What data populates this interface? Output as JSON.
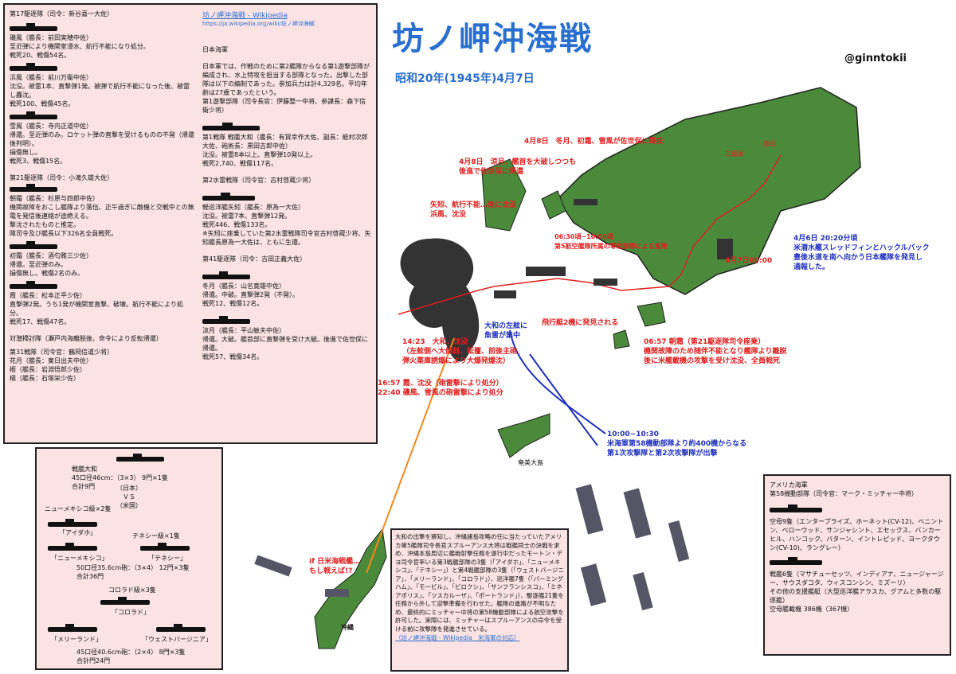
{
  "header": {
    "title": "坊ノ岬沖海戦",
    "date": "昭和20年(1945年)4月7日",
    "handle": "@ginntokii"
  },
  "japan_panel": {
    "col1": [
      "第17駆逐隊（司令：新谷喜一大佐）",
      "磯風（艦長：前田実穂中佐）\n至近弾により機関室浸水、航行不能になり処分。\n戦死20、戦傷54名。",
      "浜風（艦長：前川万衛中佐）\n沈没。被雷1本、直撃弾1発。被弾で航行不能になった後、被雷し轟沈。\n戦死100、戦傷45名。",
      "雪風（艦長：寺内正道中佐）\n帰還。至近弾のみ。ロケット弾の直撃を受けるものの不発（帰還後判明）。\n損傷無し。\n戦死3、戦傷15名。",
      "第21駆逐隊（司令：小滝久雄大佐）",
      "朝霜（艦長：杉原与四郎中佐）\n機関故障をおこし艦隊より落伍、正午過ぎに敵機と交戦中との無電を発信後連絡が途絶える。\n撃沈されたものと推定。\n隊司令及び艦長以下326名全員戦死。",
      "初霜（艦長：酒匂雅三少佐）\n帰還。至近弾のみ。\n損傷無し。戦傷2名のみ。",
      "霞（艦長：松本正平少佐）\n直撃弾2発。うち1発が機関室直撃、破壊。航行不能により処分。\n戦死17、戦傷47名。",
      "対潜掃討隊（瀬戸内海離脱後、命令により反転帰還）",
      "第31戦隊（司令官：鶴岡信道少将）\n花月（艦長：東日出夫中佐）\n榧（艦長：岩淵悟郎少佐）\n槇（艦長：石塚栄少佐）"
    ],
    "wiki_link": "坊ノ岬沖海戦 - Wikipedia",
    "wiki_url": "https://ja.wikipedia.org/wiki/坊ノ岬沖海戦",
    "col2": [
      "日本海軍",
      "日本軍では、作戦のために第2艦隊からなる第1遊撃部隊が編成され、水上特攻を担当する部隊となった。出撃した部隊は以下の編制であった。参加兵力は計4,329名。平均年齢は27歳であったという。\n第1遊撃部隊（司令長官：伊藤整一中将、参謀長：森下信衛少将）",
      "第1戦隊 戦艦大和（艦長：有賀幸作大佐、副長：能村次郎大佐、砲術長：黒田吉郎中佐）\n沈没。被雷8本以上、直撃弾10発以上。\n戦死2,740、戦傷117名。",
      "第2水雷戦隊（司令官：古村啓蔵少将）",
      "軽巡洋艦矢矧（艦長：原為一大佐）\n沈没。被雷7本、直撃弾12発。\n戦死446、戦傷133名。\n※矢矧に座乗していた第2水雷戦隊司令官古村啓蔵少将、矢矧艦長原為一大佐は、ともに生還。",
      "第41駆逐隊（司令：吉田正義大佐）",
      "冬月（艦長：山名寛雄中佐）\n帰還。中破。直撃弾2発（不発）。\n戦死12、戦傷12名。",
      "涼月（艦長：平山敏夫中佐）\n帰還。大破。艦首部に直撃弾を受け大破。後進で佐世保に帰還。\n戦死57、戦傷34名。"
    ]
  },
  "compare_panel": {
    "yamato": "戦艦大和\n45口径46cm：（3×3） 9門×1隻\n合計9門",
    "vs": "（日本）\nＶＳ\n（米国）",
    "nm_class": "ニューメキシコ級×2隻",
    "idaho": "「アイダホ」",
    "tennessee_class": "テネシー級×1隻",
    "nm": "「ニューメキシコ」",
    "tennessee": "「テネシー」",
    "gun1": "50口径35.6cm砲：（3×4） 12門×3隻\n合計36門",
    "colorado_class": "コロラド級×3隻",
    "colorado": "「コロラド」",
    "maryland": "「メリーランド」",
    "wv": "「ウェストバージニア」",
    "gun2": "45口径40.6cm砲：（2×4） 8門×3隻\n合計門24門"
  },
  "us_panel": {
    "title": "アメリカ海軍\n第58機動部隊（司令官：マーク・ミッチャー中将）",
    "carriers": "空母9隻（エンタープライズ、ホーネット(CV-12)、ベニントン、ベローウッド、サンジャシント、エセックス、バンカーヒル、ハンコック、バターン、イントレピッド、ヨークタウン(CV-10)、ラングレー）",
    "battleships": "戦艦6隻（マサチューセッツ、インディアナ、ニュージャージー、サウスダコタ、ウィスコンシン、ミズーリ）\nその他の支援艦艇（大型巡洋艦アラスカ、グアムと多数の駆逐艦）\n空母艦載機 386機（367機）"
  },
  "note_panel": {
    "text": "大和の出撃を察知し、沖縄諸島攻略の任に当たっていたアメリカ第5艦隊司令長官スプルーアンス大将は戦艦同士の決戦を求め、沖縄本島周辺に艦砲射撃任務を遂行中だったモートン・デヨ司令官率いる第3戦艦部隊の3隻（「アイダホ」、「ニューメキシコ」、「テネシー」）と第4戦艦部隊の3隻（「ウェストバージニア」、「メリーランド」、「コロラド」）、巡洋艦7隻（「バーミングハム」、「モービル」、「ビロクシ」、「サンフランシスコ」、「ミネアポリス」、「ツスカルーザ」、「ポートランド」）、駆逐艦21隻を任務から外して迎撃準備を行わせた。艦隊の進路が不明なため、最終的にミッチャー中将の第58機動部隊による航空攻撃を許可した。実際には、ミッチャーはスプルーアンスの命令を受ける前に攻撃隊を発進させている。",
    "source": "（坊ノ岬沖海戦 - Wikipedia　米海軍の対応）"
  },
  "map_labels": {
    "e1": "4月8日　冬月、初霜、雪風が佐世保に帰投",
    "e2": "4月8日　涼月、艦首を大破しつつも\n後進で佐世保に帰還",
    "e3": "矢矧、航行不能…後に沈没\n浜風、沈没",
    "e4": "06:30頃~10:00頃\n第5航空艦隊所属の零戦部隊による直掩",
    "e5": "4月6日 20:20分頃\n米潜水艦スレッドフィンとハックルバック\n豊後水道を南へ向かう日本艦隊を発見し\n通報した。",
    "e6": "4月7日00:00",
    "e7": "飛行艇2機に発見される",
    "e8": "06:57 朝霜（第21駆逐隊司令座乗）\n機関故障のため随伴不能となり艦隊より離脱\n後に米艦載機の攻撃を受け沈没、全員戦死",
    "e9": "大和の左舷に\n魚雷が集中",
    "e10": "14:23　大和、沈没\n（左舷側へ大傾斜、転覆、前後主砲\n弾火薬庫誘爆により大爆発爆沈）",
    "e11": "16:57 霞、沈没（砲雷撃により処分）\n22:40 磯風、雪風の砲雷撃により処分",
    "e12": "10:00~10:30\n米海軍第58機動部隊より約400機からなる\n第1次攻撃隊と第2次攻撃隊が出撃",
    "amami": "奄美大島",
    "okinawa": "沖縄",
    "ifq": "if 日米海戦艦…\nもし戦えば!?",
    "sanzen": "三田尻",
    "tokuyama": "徳山"
  },
  "colors": {
    "sea": "#ffffff",
    "land": "#4a8a3a",
    "red": "#e0201f",
    "blue": "#2030c0",
    "panel": "#fbe3e3"
  }
}
